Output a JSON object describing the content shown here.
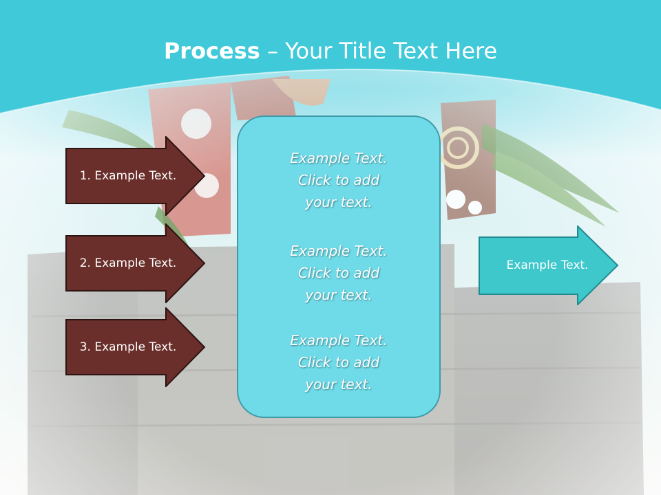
{
  "slide": {
    "title_bold": "Process",
    "title_rest": " – Your Title Text Here"
  },
  "steps": [
    {
      "label": "1. Example Text."
    },
    {
      "label": "2. Example Text."
    },
    {
      "label": "3. Example Text."
    }
  ],
  "center": {
    "items": [
      {
        "text": "Example Text.\nClick  to add\nyour text."
      },
      {
        "text": "Example Text.\nClick  to add\nyour text."
      },
      {
        "text": "Example Text.\nClick  to add\nyour text."
      }
    ]
  },
  "result": {
    "label": "Example Text."
  },
  "colors": {
    "header_teal": "#3fc9d9",
    "step_arrow_fill": "#6a2f2b",
    "center_box_fill": "#6fdbe8",
    "result_arrow_fill": "#3ec8cc"
  }
}
